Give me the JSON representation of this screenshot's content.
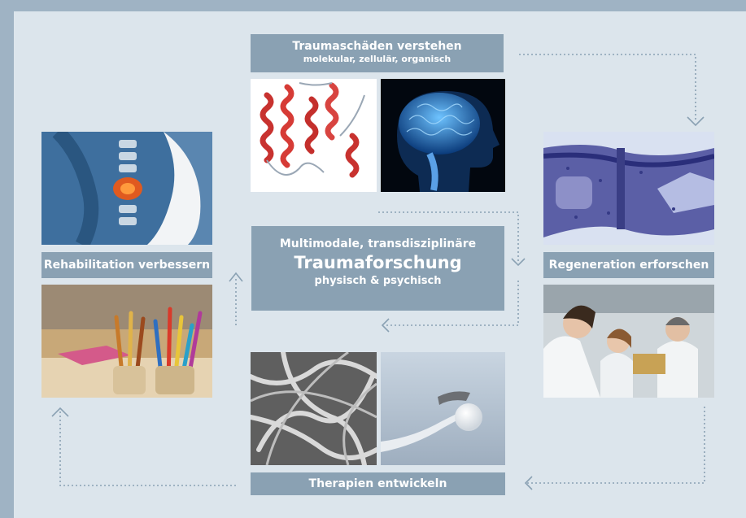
{
  "top": {
    "title": "Traumaschäden verstehen",
    "subtitle": "molekular, zellulär, organisch"
  },
  "right": {
    "title": "Regeneration erforschen"
  },
  "bottom": {
    "title": "Therapien entwickeln"
  },
  "left": {
    "title": "Rehabilitation verbessern"
  },
  "center": {
    "line1": "Multimodale, transdisziplinäre",
    "line2": "Traumaforschung",
    "line3": "physisch & psychisch"
  },
  "colors": {
    "background": "#9fb3c4",
    "panel": "#dce5ec",
    "label": "#8aa1b3",
    "arrow": "#8aa1b3"
  },
  "images": [
    {
      "name": "protein-structure-image"
    },
    {
      "name": "brain-scan-image"
    },
    {
      "name": "tissue-histology-image"
    },
    {
      "name": "researchers-lab-image"
    },
    {
      "name": "fiber-scaffold-image"
    },
    {
      "name": "joint-implant-image"
    },
    {
      "name": "spine-xray-image"
    },
    {
      "name": "pencils-therapy-image"
    }
  ]
}
